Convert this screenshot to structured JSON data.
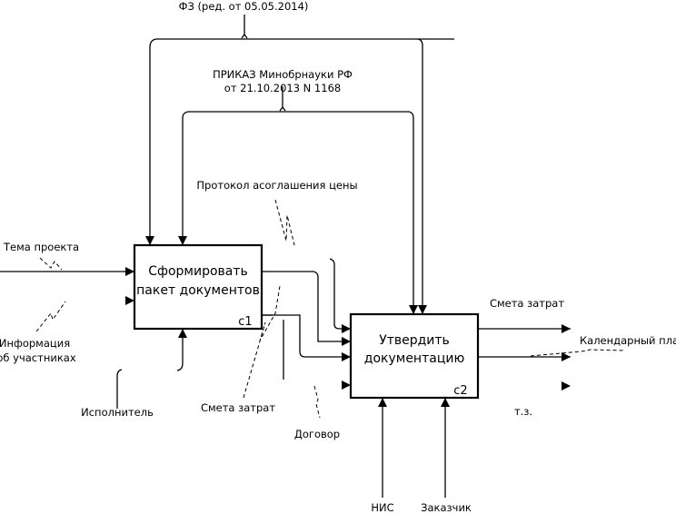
{
  "diagram": {
    "type": "IDEF0",
    "activities": [
      {
        "id": "c1",
        "title_line1": "Сформировать",
        "title_line2": "пакет документов"
      },
      {
        "id": "c2",
        "title_line1": "Утвердить",
        "title_line2": "документацию"
      }
    ],
    "labels": {
      "fz": "ФЗ (ред. от 05.05.2014)",
      "prikaz_line1": "ПРИКАЗ Минобрнауки РФ",
      "prikaz_line2": "от 21.10.2013 N 1168",
      "protocol": "Протокол асоглашения цены",
      "tema": "Тема проекта",
      "info_line1": "Информация",
      "info_line2": "об участниках",
      "ispolnitel": "Исполнитель",
      "smeta_bottom": "Смета затрат",
      "dogovor": "Договор",
      "smeta_output": "Смета затрат",
      "calendar": "Календарный план",
      "tz": "т.з.",
      "nis": "НИС",
      "zakazchik": "Заказчик"
    }
  }
}
